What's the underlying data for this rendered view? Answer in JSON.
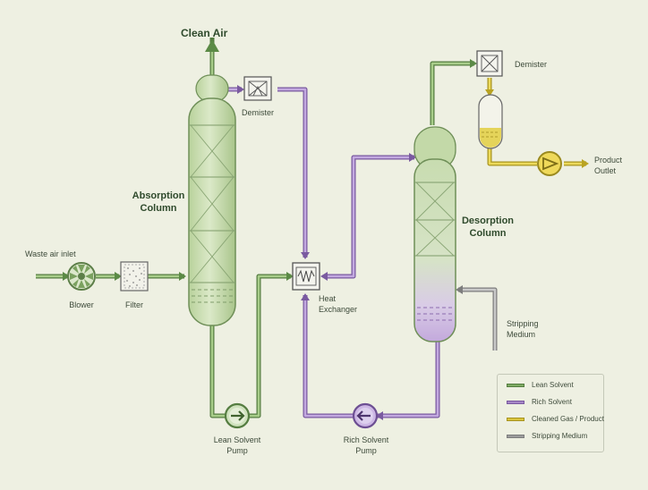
{
  "colors": {
    "lean": "#7daa62",
    "rich": "#a585c6",
    "gas": "#d9c43c",
    "stripping": "#9b9b9b",
    "background": "#eef0e2",
    "column_fill": "#cfe0b8"
  },
  "labels": {
    "clean_air": "Clean Air",
    "waste_air": "Waste air inlet",
    "blower": "Blower",
    "filter": "Filter",
    "absorption": [
      "Absorption",
      "Column"
    ],
    "demister_left": "Demister",
    "heat_exchanger": [
      "Heat",
      "Exchanger"
    ],
    "lean_pump": [
      "Lean Solvent",
      "Pump"
    ],
    "rich_pump": [
      "Rich Solvent",
      "Pump"
    ],
    "desorption": [
      "Desorption",
      "Column"
    ],
    "demister_right": "Demister",
    "product_outlet": [
      "Product",
      "Outlet"
    ],
    "stripping_medium": [
      "Stripping",
      "Medium"
    ]
  },
  "legend": [
    {
      "label": "Lean Solvent",
      "color": "#7daa62"
    },
    {
      "label": "Rich Solvent",
      "color": "#a585c6"
    },
    {
      "label": "Cleaned Gas / Product",
      "color": "#d9c43c"
    },
    {
      "label": "Stripping Medium",
      "color": "#9b9b9b"
    }
  ],
  "icons": {
    "blower": "fan-icon",
    "filter": "filter-icon",
    "demister": "demister-icon",
    "heat_exchanger": "heat-exchanger-icon",
    "pump": "pump-arrow-icon"
  }
}
